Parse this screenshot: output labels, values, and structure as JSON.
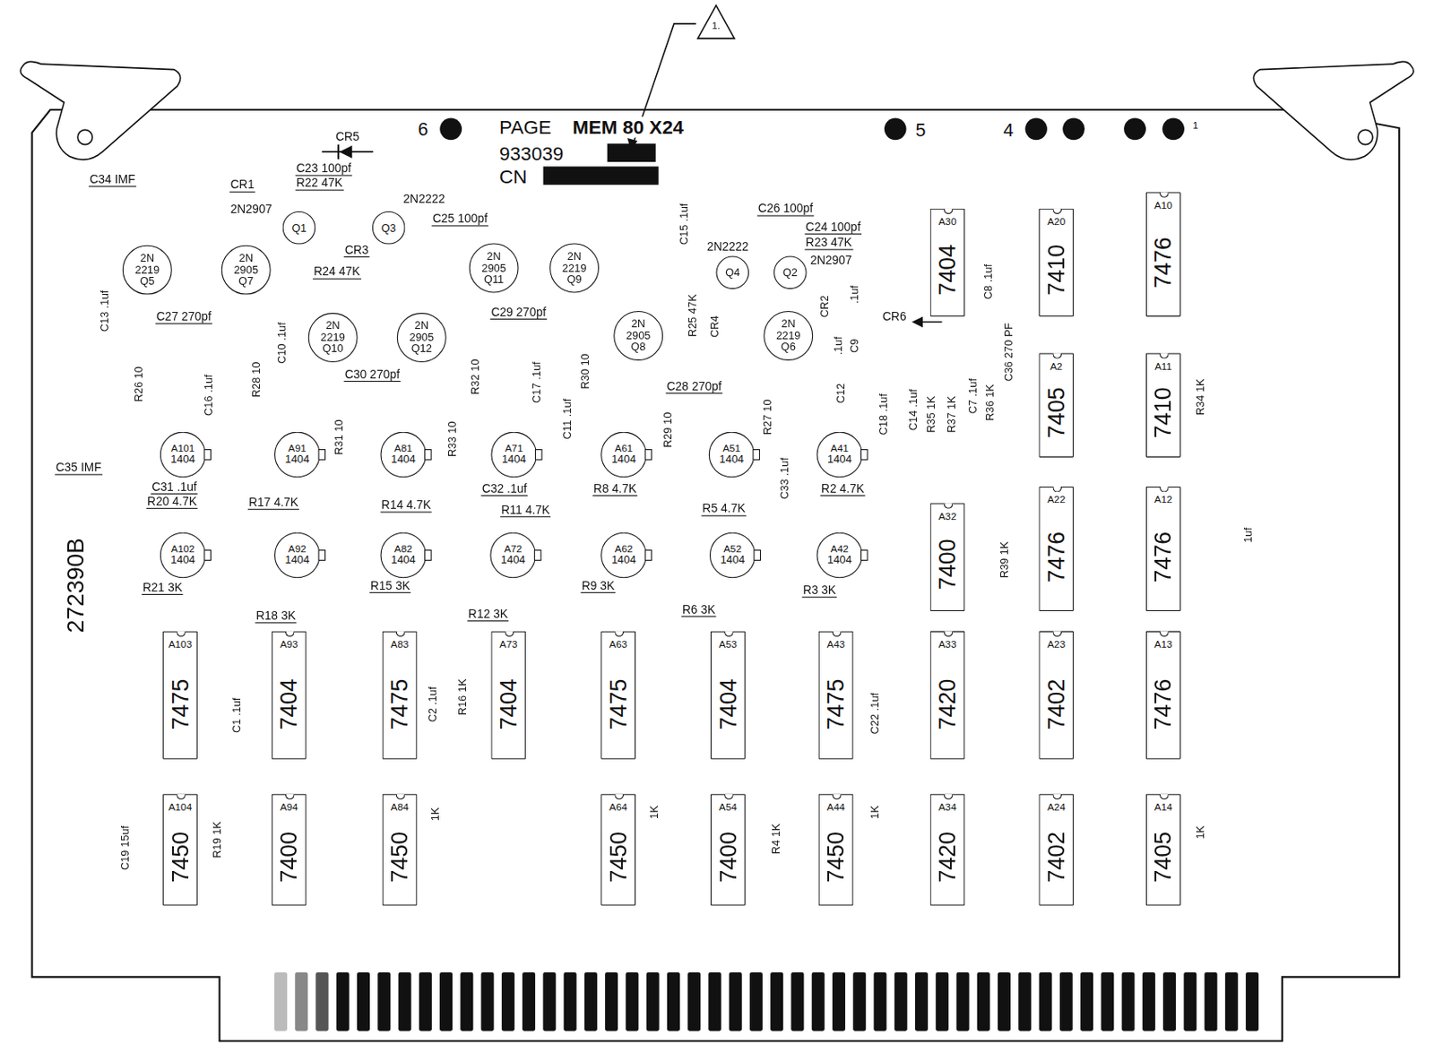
{
  "diagram": {
    "nodes": [
      {
        "text": [
          "1."
        ]
      },
      {
        "text": [
          "Q1"
        ]
      },
      {
        "text": [
          "Q3"
        ]
      },
      {
        "text": [
          "2N 2219",
          "Q5"
        ]
      },
      {
        "text": [
          "2N 2905",
          "Q7"
        ]
      },
      {
        "text": [
          "2N 2905",
          "Q11"
        ]
      },
      {
        "text": [
          "2N 2219",
          "Q9"
        ]
      },
      {
        "text": [
          "Q4"
        ]
      },
      {
        "text": [
          "Q2"
        ]
      },
      {
        "text": [
          "2N 2219",
          "Q10"
        ]
      },
      {
        "text": [
          "2N 2905",
          "Q12"
        ]
      },
      {
        "text": [
          "2N 2905",
          "Q8"
        ]
      },
      {
        "text": [
          "2N 2219",
          "Q6"
        ]
      },
      {
        "text": [
          "A30",
          "7404"
        ]
      },
      {
        "text": [
          "A20",
          "7410"
        ]
      },
      {
        "text": [
          "A10",
          "7476"
        ]
      },
      {
        "text": [
          "A2",
          "7405"
        ]
      },
      {
        "text": [
          "A11",
          "7410"
        ]
      },
      {
        "text": [
          "A101",
          "1404"
        ]
      },
      {
        "text": [
          "A91",
          "1404"
        ]
      },
      {
        "text": [
          "A81",
          "1404"
        ]
      },
      {
        "text": [
          "A71",
          "1404"
        ]
      },
      {
        "text": [
          "A61",
          "1404"
        ]
      },
      {
        "text": [
          "A51",
          "1404"
        ]
      },
      {
        "text": [
          "A41",
          "1404"
        ]
      },
      {
        "text": [
          "A32",
          "7400"
        ]
      },
      {
        "text": [
          "A22",
          "7476"
        ]
      },
      {
        "text": [
          "A12",
          "7476"
        ]
      },
      {
        "text": [
          "A102",
          "1404"
        ]
      },
      {
        "text": [
          "A92",
          "1404"
        ]
      },
      {
        "text": [
          "A82",
          "1404"
        ]
      },
      {
        "text": [
          "A72",
          "1404"
        ]
      },
      {
        "text": [
          "A62",
          "1404"
        ]
      },
      {
        "text": [
          "A52",
          "1404"
        ]
      },
      {
        "text": [
          "A42",
          "1404"
        ]
      },
      {
        "text": [
          "A103",
          "7475"
        ]
      },
      {
        "text": [
          "A93",
          "7404"
        ]
      },
      {
        "text": [
          "A83",
          "7475"
        ]
      },
      {
        "text": [
          "A73",
          "7404"
        ]
      },
      {
        "text": [
          "A63",
          "7475"
        ]
      },
      {
        "text": [
          "A53",
          "7404"
        ]
      },
      {
        "text": [
          "A43",
          "7475"
        ]
      },
      {
        "text": [
          "A33",
          "7420"
        ]
      },
      {
        "text": [
          "A23",
          "7402"
        ]
      },
      {
        "text": [
          "A13",
          "7476"
        ]
      },
      {
        "text": [
          "A104",
          "7450"
        ]
      },
      {
        "text": [
          "A94",
          "7400"
        ]
      },
      {
        "text": [
          "A84",
          "7450"
        ]
      },
      {
        "text": [
          "A64",
          "7450"
        ]
      },
      {
        "text": [
          "A54",
          "7400"
        ]
      },
      {
        "text": [
          "A44",
          "7450"
        ]
      },
      {
        "text": [
          "A34",
          "7420"
        ]
      },
      {
        "text": [
          "A24",
          "7402"
        ]
      },
      {
        "text": [
          "A14",
          "7405"
        ]
      }
    ],
    "labels": [
      "6",
      "PAGE",
      "MEM 80 X24",
      "933039",
      "CN",
      "5",
      "4",
      "1",
      "CR5",
      "C23 100pf",
      "R22 47K",
      "C34 IMF",
      "CR1",
      "2N2907",
      "2N2222",
      "C25 100pf",
      "CR3",
      "R24 47K",
      "C15 .1uf",
      "C26 100pf",
      "C24 100pf",
      "R23 47K",
      "2N2222",
      "2N2907",
      "C13 .1uf",
      "C27 270pf",
      "C10 .1uf",
      "C29 270pf",
      "R25 47K",
      "CR4",
      "CR2",
      ".1uf",
      ".1uf",
      "C9",
      "CR6",
      "C8 .1uf",
      "C36 270 PF",
      "R26 10",
      "C16 .1uf",
      "R28 10",
      "C30 270pf",
      "R31 10",
      "R33 10",
      "R32 10",
      "C17 .1uf",
      "R30 10",
      "C11 .1uf",
      "C28 270pf",
      "R29 10",
      "R27 10",
      "C33 .1uf",
      "C12",
      "C18 .1uf",
      "C14 .1uf",
      "R35 1K",
      "R37 1K",
      "C7 .1uf",
      "R36 1K",
      "R34 1K",
      "C35 IMF",
      "C31 .1uf",
      "R20 4.7K",
      "R17 4.7K",
      "R14 4.7K",
      "C32 .1uf",
      "R11 4.7K",
      "R8 4.7K",
      "R5 4.7K",
      "R2 4.7K",
      "R39 1K",
      "1uf",
      "272390B",
      "R21 3K",
      "R15 3K",
      "R9 3K",
      "R3 3K",
      "R18 3K",
      "R12 3K",
      "R6 3K",
      "C1 .1uf",
      "C2 .1uf",
      "R16 1K",
      "C22 .1uf",
      "C19 15uf",
      "R19 1K",
      "1K",
      "1K",
      "R4 1K",
      "1K",
      "1K"
    ]
  }
}
